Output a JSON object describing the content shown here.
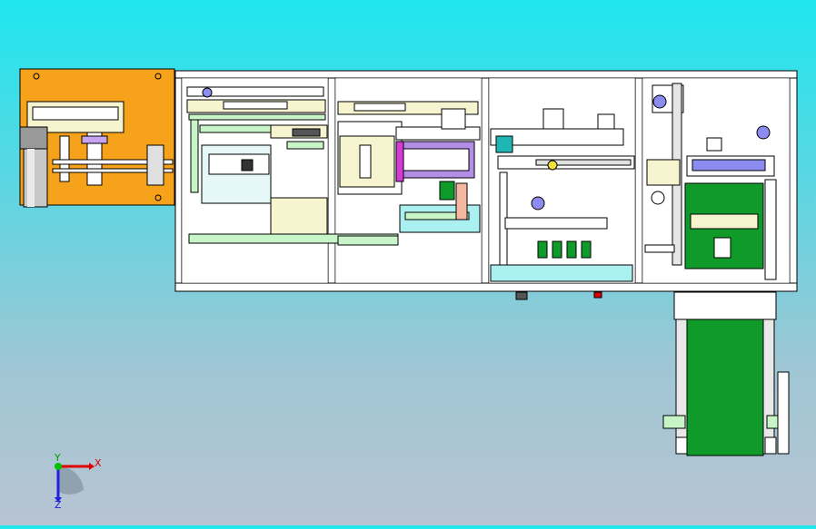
{
  "viewport": {
    "background_top": "#1fe6ee",
    "background_bottom": "#b8c4d2"
  },
  "colors": {
    "motor_plate": "#f7a21b",
    "frame": "#ffffff",
    "frame_line": "#000000",
    "belt": "#0f9a2a",
    "light_green": "#c7f5c7",
    "cream": "#f6f3cf",
    "cyan_part": "#aaf0f0",
    "violet": "#b28ee8",
    "magenta": "#d53ad5",
    "lavender": "#8c8cf0",
    "axis_x": "#e00000",
    "axis_y": "#00c000",
    "axis_z": "#2020e0"
  },
  "triad": {
    "x_label": "X",
    "y_label": "Y",
    "z_label": "Z"
  }
}
